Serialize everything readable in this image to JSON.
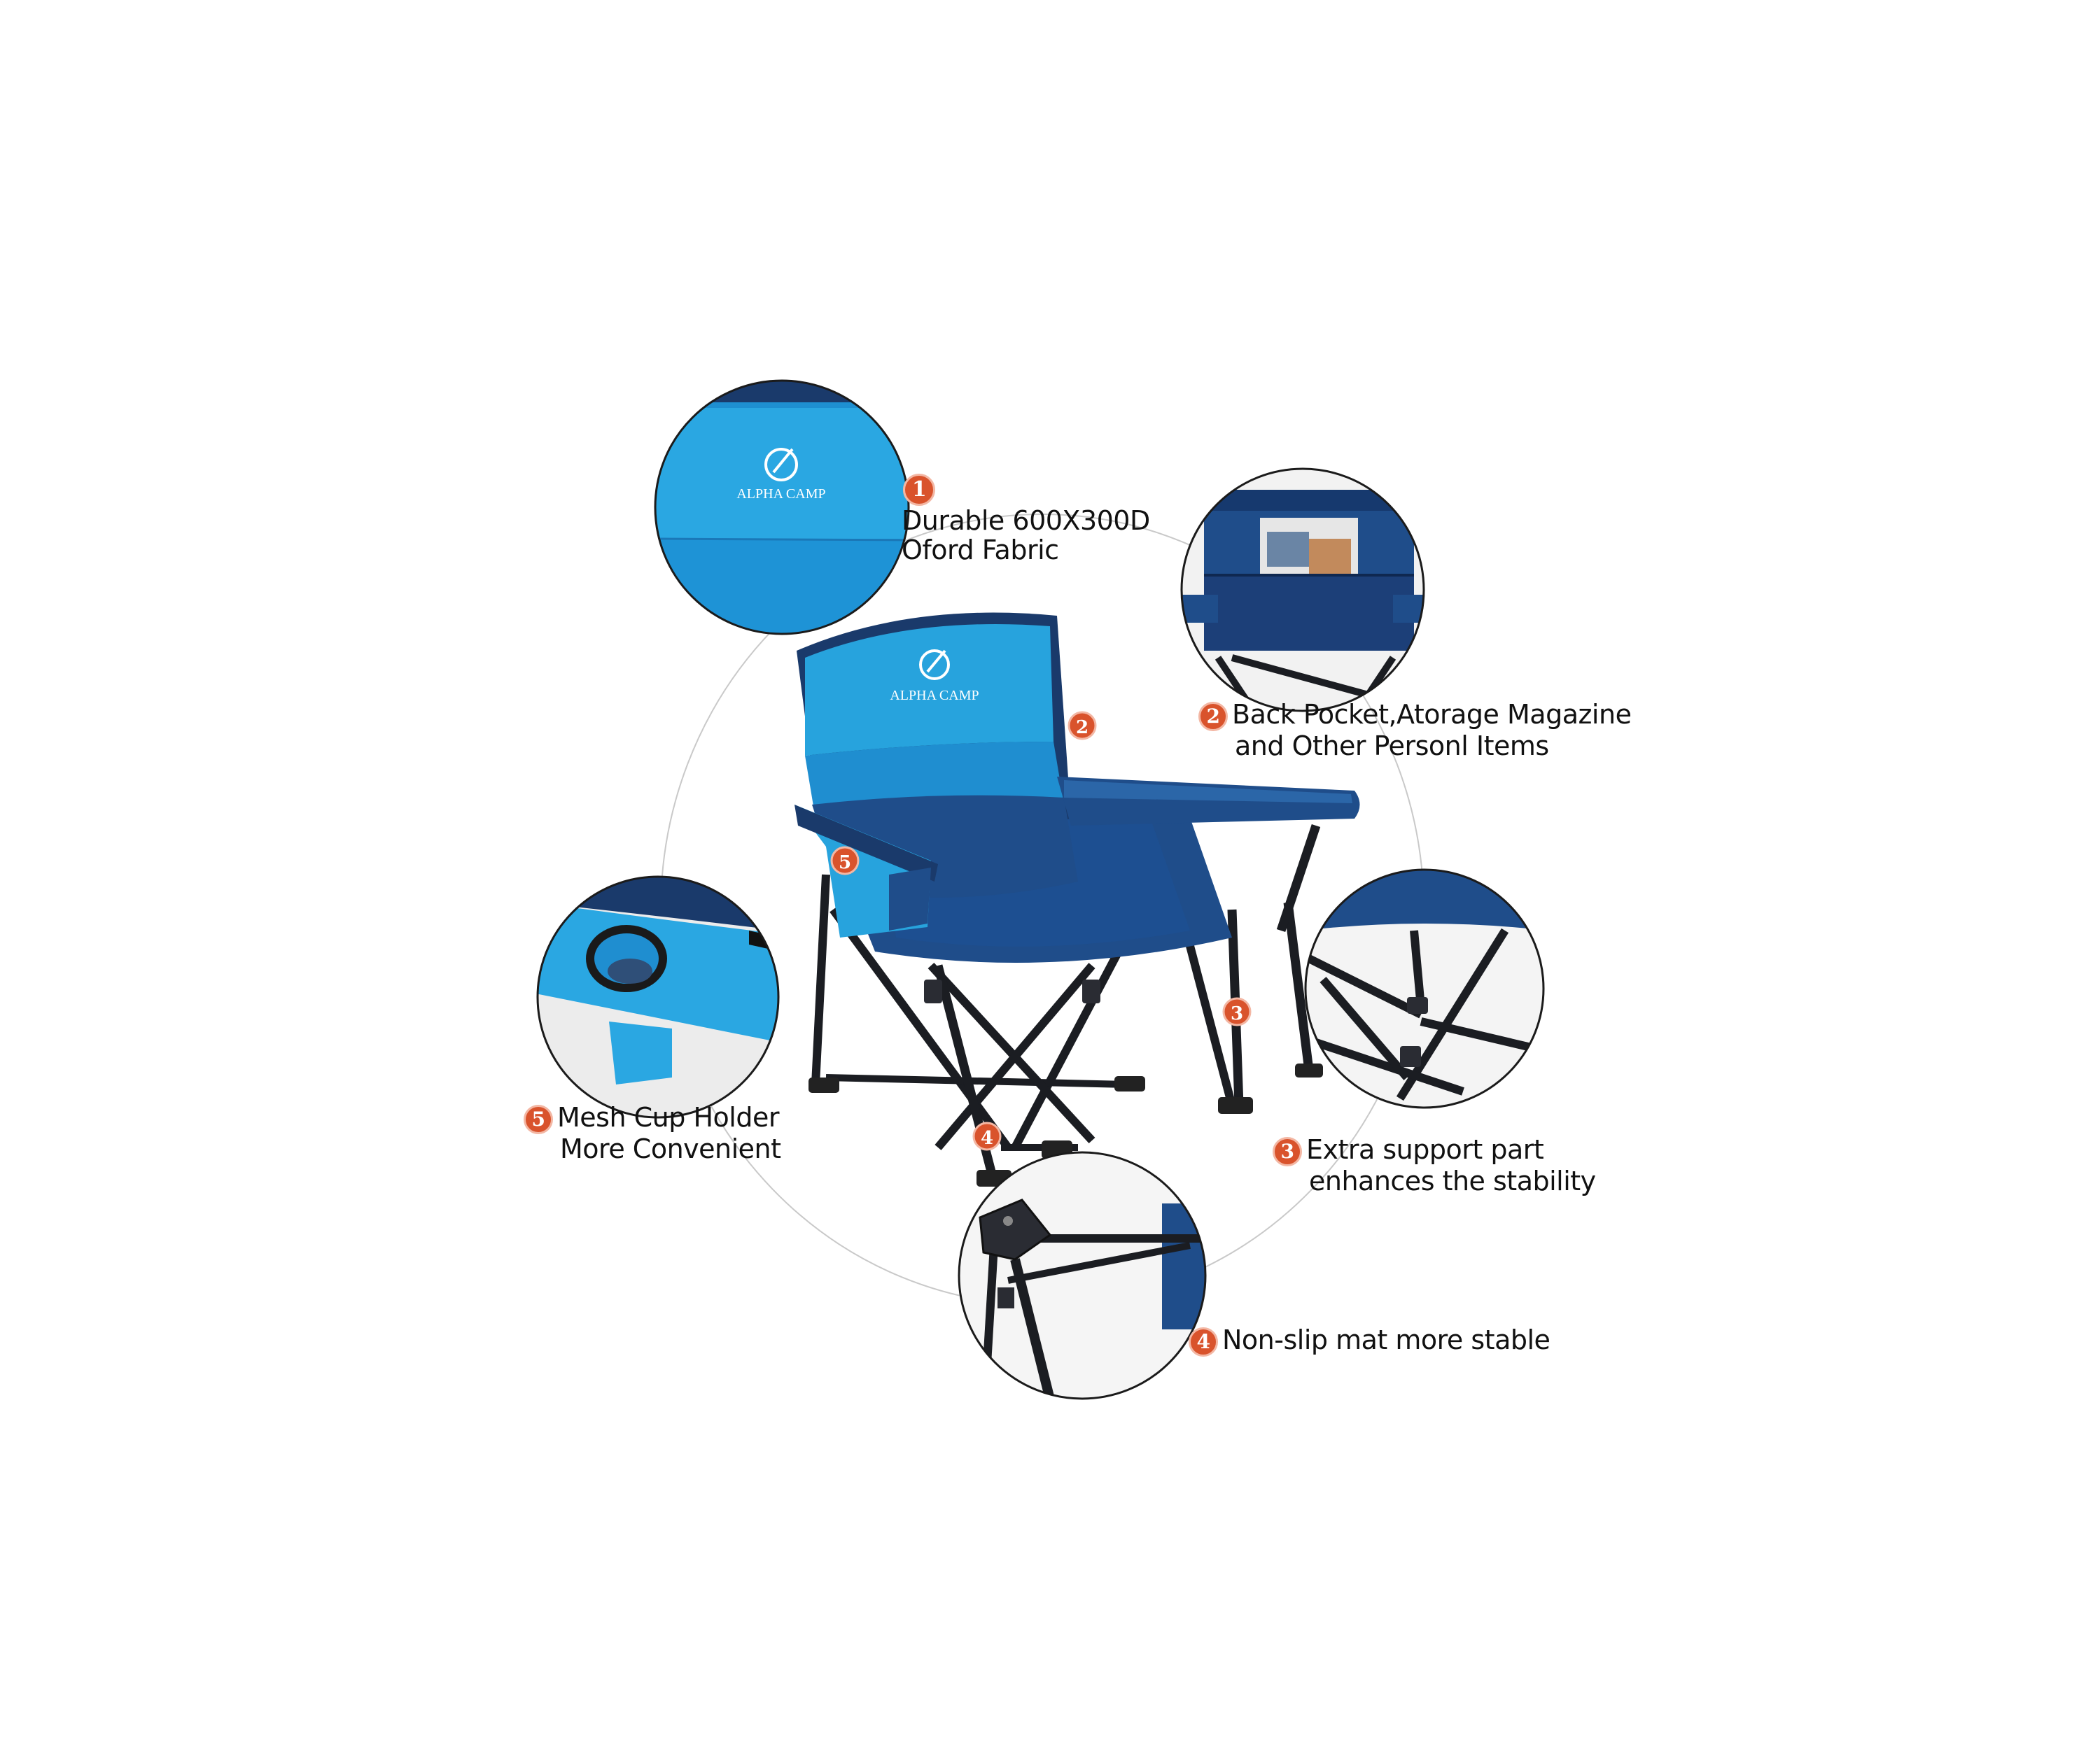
{
  "brand": {
    "name": "ALPHA CAMP"
  },
  "callouts": [
    {
      "number": "1",
      "lines": [
        "Durable 600X300D",
        "Oford Fabric"
      ]
    },
    {
      "number": "2",
      "lines": [
        "Back Pocket,Atorage Magazine",
        "and Other Personl Items"
      ]
    },
    {
      "number": "3",
      "lines": [
        "Extra support part",
        "enhances the stability"
      ]
    },
    {
      "number": "4",
      "lines": [
        "Non-slip mat more stable"
      ]
    },
    {
      "number": "5",
      "lines": [
        "Mesh Cup Holder",
        "More Convenient"
      ]
    }
  ],
  "chair_markers": [
    "2",
    "3",
    "4",
    "5"
  ],
  "colors": {
    "light_blue": "#27a3dd",
    "dark_blue": "#1f4d8a",
    "navy": "#1a3a6b",
    "frame": "#1b1d22",
    "badge": "#d9532c"
  }
}
